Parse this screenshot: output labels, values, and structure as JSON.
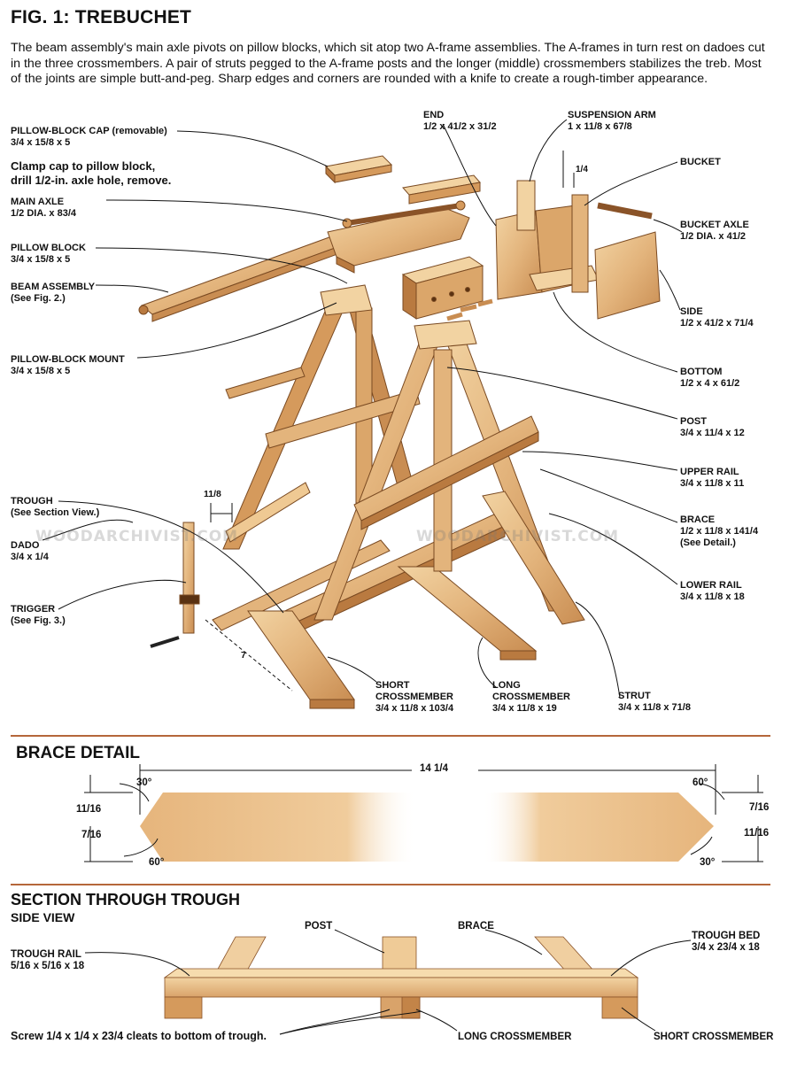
{
  "fig1": {
    "title": "FIG. 1: TREBUCHET",
    "intro": "The beam assembly's main axle pivots on pillow blocks, which sit atop two A-frame assemblies. The A-frames in turn rest on dadoes cut in the three crossmembers. A pair of struts pegged to the A-frame posts and the longer (middle) crossmembers stabilizes the treb. Most of the joints are simple butt-and-peg. Sharp edges and corners are rounded with a knife to create a rough-timber appearance.",
    "labels": {
      "pillow_block_cap": {
        "name": "PILLOW-BLOCK CAP (removable)",
        "dim": "3/4 x 15/8 x 5"
      },
      "clamp_note": {
        "line1": "Clamp cap to pillow block,",
        "line2": "drill 1/2-in. axle hole, remove."
      },
      "main_axle": {
        "name": "MAIN AXLE",
        "dim": "1/2 DIA.  x 83/4"
      },
      "pillow_block": {
        "name": "PILLOW BLOCK",
        "dim": "3/4 x 15/8 x 5"
      },
      "beam_assembly": {
        "name": "BEAM ASSEMBLY",
        "dim": "(See Fig. 2.)"
      },
      "pillow_block_mount": {
        "name": "PILLOW-BLOCK MOUNT",
        "dim": "3/4 x 15/8 x 5"
      },
      "trough": {
        "name": "TROUGH",
        "dim": "(See Section View.)"
      },
      "dado": {
        "name": "DADO",
        "dim": "3/4 x 1/4"
      },
      "trigger": {
        "name": "TRIGGER",
        "dim": "(See Fig. 3.)"
      },
      "end": {
        "name": "END",
        "dim": "1/2 x 41/2 x 31/2"
      },
      "suspension_arm": {
        "name": "SUSPENSION ARM",
        "dim": "1 x 11/8 x 67/8"
      },
      "bucket": {
        "name": "BUCKET"
      },
      "bucket_axle": {
        "name": "BUCKET AXLE",
        "dim": "1/2 DIA. x 41/2"
      },
      "side": {
        "name": "SIDE",
        "dim": "1/2 x 41/2 x 71/4"
      },
      "bottom": {
        "name": "BOTTOM",
        "dim": "1/2 x 4 x 61/2"
      },
      "post": {
        "name": "POST",
        "dim": "3/4 x 11/4 x 12"
      },
      "upper_rail": {
        "name": "UPPER RAIL",
        "dim": "3/4 x 11/8 x 11"
      },
      "brace": {
        "name": "BRACE",
        "dim": "1/2 x 11/8 x 141/4",
        "note": "(See Detail.)"
      },
      "lower_rail": {
        "name": "LOWER RAIL",
        "dim": "3/4 x 11/8 x 18"
      },
      "strut": {
        "name": "STRUT",
        "dim": "3/4 x 11/8 x 71/8"
      },
      "long_crossmember": {
        "name": "LONG",
        "name2": "CROSSMEMBER",
        "dim": "3/4 x 11/8 x 19"
      },
      "short_crossmember": {
        "name": "SHORT",
        "name2": "CROSSMEMBER",
        "dim": "3/4 x 11/8 x 103/4"
      }
    },
    "dims": {
      "quarter": "1/4",
      "one_eighth": "11/8",
      "seven": "7"
    },
    "watermark": "WOODARCHIVIST.COM"
  },
  "brace_detail": {
    "title": "BRACE DETAIL",
    "length": "14 1/4",
    "angle_tl": "30°",
    "angle_bl": "60°",
    "angle_tr": "60°",
    "angle_br": "30°",
    "left_top": "11/16",
    "left_bottom": "7/16",
    "right_top": "7/16",
    "right_bottom": "11/16"
  },
  "section": {
    "title": "SECTION THROUGH TROUGH",
    "subtitle": "SIDE VIEW",
    "post": "POST",
    "brace": "BRACE",
    "trough_rail": {
      "name": "TROUGH RAIL",
      "dim": "5/16 x 5/16 x 18"
    },
    "trough_bed": {
      "name": "TROUGH BED",
      "dim": "3/4 x 23/4 x 18"
    },
    "screw_note": "Screw 1/4 x 1/4 x 23/4 cleats to bottom of trough.",
    "long_crossmember": "LONG CROSSMEMBER",
    "short_crossmember": "SHORT CROSSMEMBER"
  },
  "colors": {
    "rule": "#b5673a",
    "wood_light": "#efc993",
    "wood_mid": "#dba66a",
    "wood_dark": "#b9783f"
  }
}
